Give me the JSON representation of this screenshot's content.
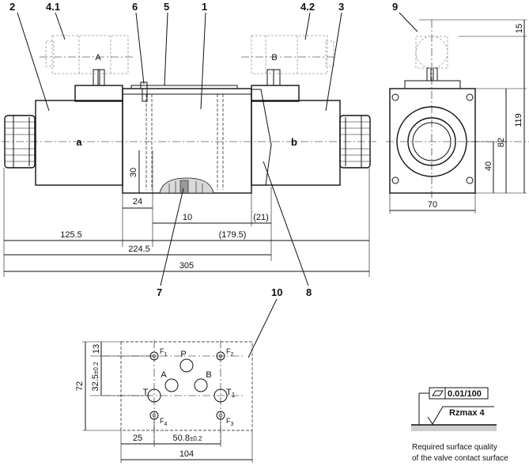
{
  "callouts": {
    "c1": "1",
    "c2": "2",
    "c3": "3",
    "c4_1": "4.1",
    "c4_2": "4.2",
    "c5": "5",
    "c6": "6",
    "c7": "7",
    "c8": "8",
    "c9": "9",
    "c10": "10"
  },
  "solenoid_labels": {
    "a": "a",
    "b": "b",
    "conn_a": "A",
    "conn_b": "B"
  },
  "dimensions": {
    "d24": "24",
    "d10": "10",
    "d21": "(21)",
    "d30": "30",
    "d125_5": "125.5",
    "d179_5": "(179.5)",
    "d224_5": "224.5",
    "d305": "305",
    "d15": "15",
    "d119": "119",
    "d82": "82",
    "d40": "40",
    "d70": "70"
  },
  "mounting": {
    "d72": "72",
    "d13": "13",
    "d32_5": "32.5",
    "d32_5_tol": "±0.2",
    "d25": "25",
    "d50_8": "50.8",
    "d50_8_tol": "±0.2",
    "d104": "104",
    "ports": {
      "P": "P",
      "A": "A",
      "B": "B",
      "T": "T",
      "T1": "T",
      "T1_sub": "1",
      "F": "F",
      "F1_sub": "1",
      "F2_sub": "2",
      "F3_sub": "3",
      "F4_sub": "4"
    }
  },
  "surface": {
    "flatness": "0.01/100",
    "roughness": "Rzmax 4",
    "note_line1": "Required surface quality",
    "note_line2": "of the valve contact surface"
  }
}
